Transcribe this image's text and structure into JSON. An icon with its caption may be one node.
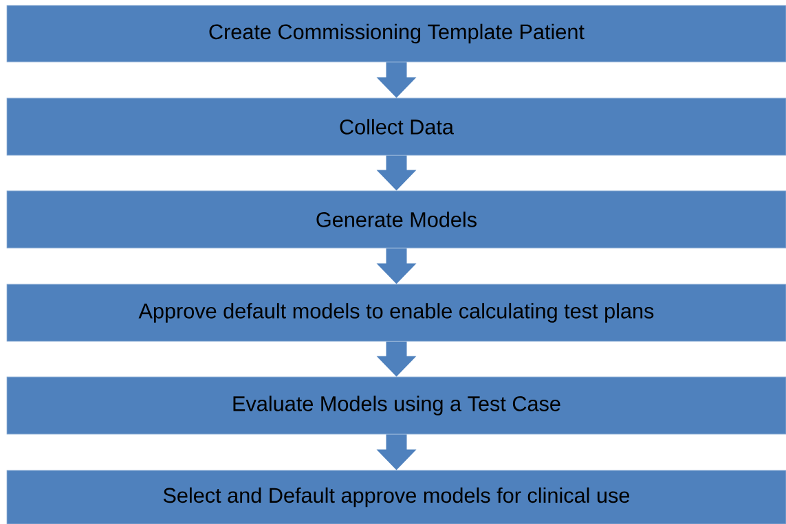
{
  "diagram": {
    "nodes": [
      {
        "text": [
          "Create Commissioning Template Patient"
        ]
      },
      {
        "text": [
          "Collect Data"
        ]
      },
      {
        "text": [
          "Generate Models"
        ]
      },
      {
        "text": [
          "Approve default models to enable calculating test plans"
        ]
      },
      {
        "text": [
          "Evaluate Models using a Test Case"
        ]
      },
      {
        "text": [
          "Select and Default approve models for clinical use"
        ]
      }
    ],
    "edges": [
      {
        "from": 0,
        "to": 1,
        "arrow": "to"
      },
      {
        "from": 1,
        "to": 2,
        "arrow": "to"
      },
      {
        "from": 2,
        "to": 3,
        "arrow": "to"
      },
      {
        "from": 3,
        "to": 4,
        "arrow": "to"
      },
      {
        "from": 4,
        "to": 5,
        "arrow": "to"
      }
    ]
  }
}
